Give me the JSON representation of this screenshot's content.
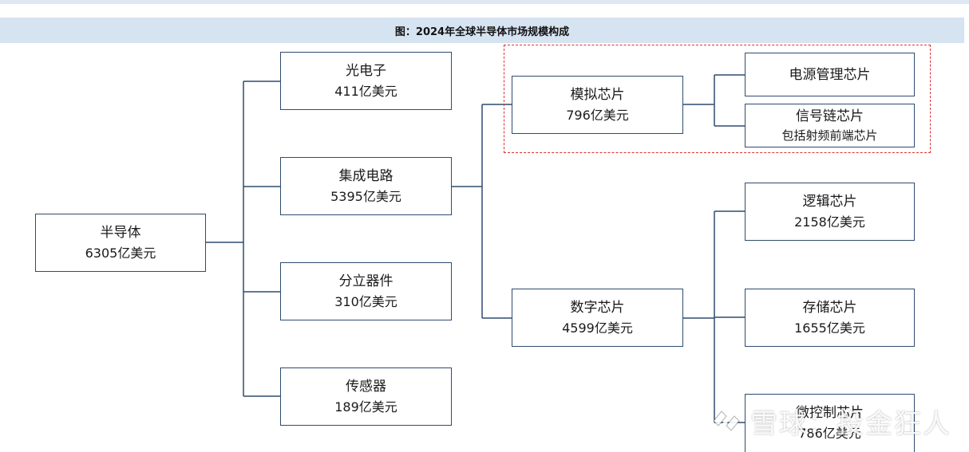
{
  "title": "图：2024年全球半导体市场规模构成",
  "nodes": {
    "root": {
      "name": "半导体",
      "value": "6305亿美元"
    },
    "optoelectronics": {
      "name": "光电子",
      "value": "411亿美元"
    },
    "ic": {
      "name": "集成电路",
      "value": "5395亿美元"
    },
    "discrete": {
      "name": "分立器件",
      "value": "310亿美元"
    },
    "sensors": {
      "name": "传感器",
      "value": "189亿美元"
    },
    "analog": {
      "name": "模拟芯片",
      "value": "796亿美元"
    },
    "digital": {
      "name": "数字芯片",
      "value": "4599亿美元"
    },
    "power_mgmt": {
      "name": "电源管理芯片"
    },
    "signal_chain": {
      "name": "信号链芯片",
      "value": "包括射频前端芯片"
    },
    "logic": {
      "name": "逻辑芯片",
      "value": "2158亿美元"
    },
    "memory": {
      "name": "存储芯片",
      "value": "1655亿美元"
    },
    "mcu": {
      "name": "微控制芯片",
      "value": "786亿美元"
    }
  },
  "watermark": {
    "text": "雪球：投金狂人"
  },
  "colors": {
    "title_bar": "#d6e3f1",
    "border": "#2f4b6e",
    "highlight": "#e03030"
  }
}
